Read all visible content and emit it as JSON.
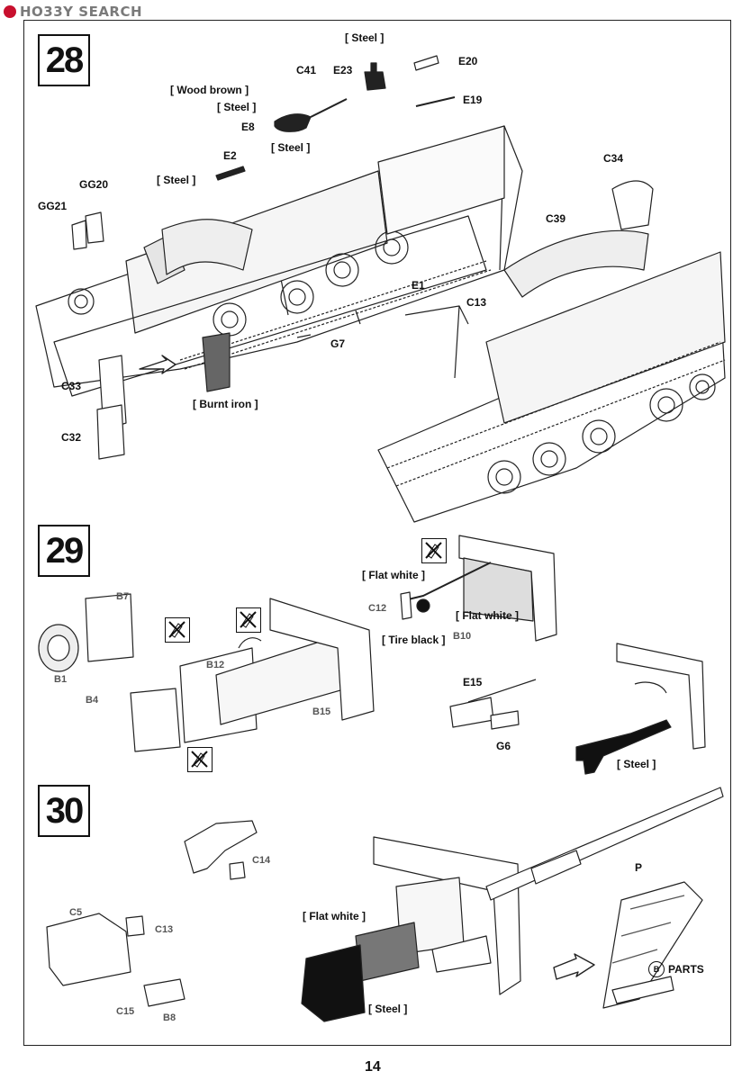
{
  "watermark": {
    "text": "HO33Y SEARCH"
  },
  "page_number": "14",
  "steps": [
    {
      "number": "28",
      "labels": {
        "steel_top": "[ Steel ]",
        "c41": "C41",
        "e23": "E23",
        "e20": "E20",
        "wood_brown": "[ Wood brown ]",
        "e19": "E19",
        "steel_2": "[ Steel ]",
        "e8": "E8",
        "steel_3": "[ Steel ]",
        "e2": "E2",
        "steel_4": "[ Steel ]",
        "gg20": "GG20",
        "gg21": "GG21",
        "c34": "C34",
        "c39": "C39",
        "e1": "E1",
        "c13": "C13",
        "g7": "G7",
        "c33": "C33",
        "c32": "C32",
        "burnt_iron": "[ Burnt iron ]"
      }
    },
    {
      "number": "29",
      "labels": {
        "b7": "B7",
        "b1": "B1",
        "b4": "B4",
        "b12": "B12",
        "b15": "B15",
        "flat_white_1": "[ Flat white ]",
        "c12": "C12",
        "flat_white_2": "[ Flat white ]",
        "tire_black": "[ Tire black ]",
        "b10": "B10",
        "e15": "E15",
        "g6": "G6",
        "steel": "[ Steel ]"
      }
    },
    {
      "number": "30",
      "labels": {
        "c14": "C14",
        "c5": "C5",
        "c13": "C13",
        "c15": "C15",
        "b8": "B8",
        "p": "P",
        "flat_white": "[ Flat white ]",
        "steel": "[ Steel ]",
        "parts": "PARTS",
        "parts_badge": "B"
      }
    }
  ]
}
